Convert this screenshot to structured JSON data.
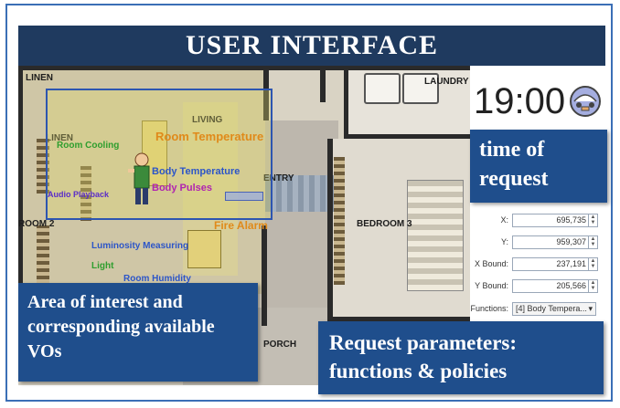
{
  "header": {
    "title": "USER INTERFACE"
  },
  "map": {
    "rooms": {
      "linen_top": "LINEN",
      "laundry": "LAUNDRY",
      "living": "LIVING",
      "linen_mid": "LINEN",
      "entry": "ENTRY",
      "bedroom_left": "ROOM 2",
      "bedroom3": "BEDROOM 3",
      "porch": "PORCH"
    },
    "vos": [
      {
        "label": "Room Cooling",
        "color": "#2e9e2e"
      },
      {
        "label": "Room Temperature",
        "color": "#e08a1a"
      },
      {
        "label": "Body Temperature",
        "color": "#2c55c8"
      },
      {
        "label": "Body Pulses",
        "color": "#b024b0"
      },
      {
        "label": "Audio Playback",
        "color": "#5a2cc8"
      },
      {
        "label": "Fire Alarm",
        "color": "#e08a1a"
      },
      {
        "label": "Luminosity Measuring",
        "color": "#2c55c8"
      },
      {
        "label": "Light",
        "color": "#2e9e2e"
      },
      {
        "label": "Room Humidity",
        "color": "#2c55c8"
      }
    ],
    "aoi_callout": "Area of interest and corresponding available VOs"
  },
  "right_panel": {
    "time": "19:00",
    "time_icon": "clock-icon",
    "time_callout": "time of request",
    "params": [
      {
        "label": "X:",
        "value": "695,735"
      },
      {
        "label": "Y:",
        "value": "959,307"
      },
      {
        "label": "X Bound:",
        "value": "237,191"
      },
      {
        "label": "Y Bound:",
        "value": "205,566"
      }
    ],
    "functions_label": "Functions:",
    "functions_value": "[4] Body Tempera..."
  },
  "request_callout": "Request parameters: functions & policies",
  "colors": {
    "title_bg": "#1f3a5f",
    "callout_bg": "#1f4e8c",
    "frame": "#3b6fb6",
    "aoi_border": "#2d55b0"
  }
}
